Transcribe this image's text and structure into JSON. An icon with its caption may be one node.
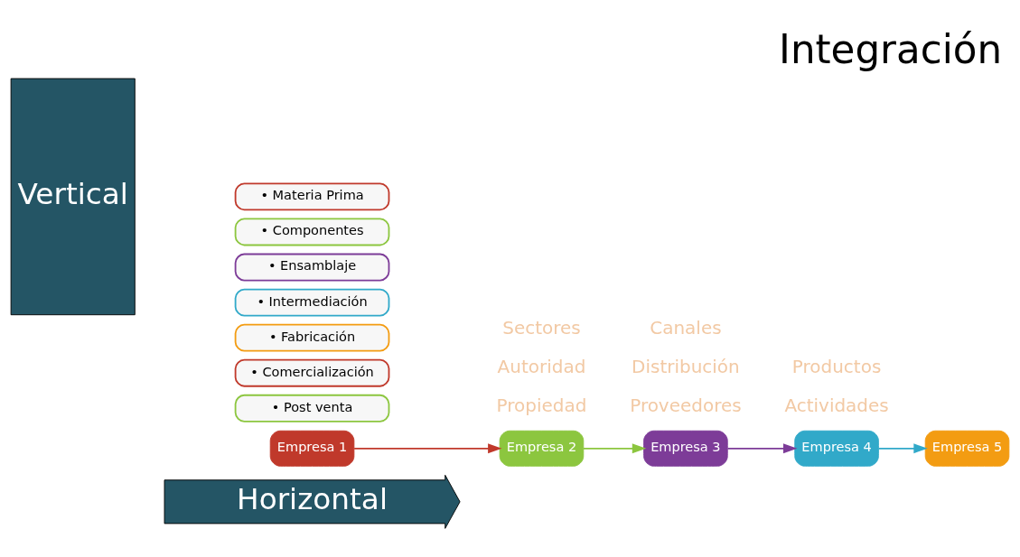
{
  "diagram": {
    "title": "Integración",
    "nodes": [
      {
        "text": [
          "Vertical"
        ]
      },
      {
        "text": [
          "Horizontal"
        ]
      },
      {
        "text": [
          "• Materia Prima"
        ]
      },
      {
        "text": [
          "• Componentes"
        ]
      },
      {
        "text": [
          "• Ensamblaje"
        ]
      },
      {
        "text": [
          "• Intermediación"
        ]
      },
      {
        "text": [
          "• Fabricación"
        ]
      },
      {
        "text": [
          "• Comercialización"
        ]
      },
      {
        "text": [
          "• Post venta"
        ]
      },
      {
        "text": [
          "Empresa 1"
        ]
      },
      {
        "text": [
          "Empresa 2"
        ]
      },
      {
        "text": [
          "Empresa 3"
        ]
      },
      {
        "text": [
          "Empresa 4"
        ]
      },
      {
        "text": [
          "Empresa 5"
        ]
      }
    ],
    "edges": [
      {
        "from": 9,
        "to": 10,
        "arrow": "to",
        "color": "#c0392b"
      },
      {
        "from": 10,
        "to": 11,
        "arrow": "to",
        "color": "#8cc63f"
      },
      {
        "from": 11,
        "to": 12,
        "arrow": "to",
        "color": "#7d3c98"
      },
      {
        "from": 12,
        "to": 13,
        "arrow": "to",
        "color": "#31a9c9"
      }
    ],
    "labels": [
      "Propiedad",
      "Autoridad",
      "Sectores",
      "Proveedores",
      "Distribución",
      "Canales",
      "Actividades",
      "Productos"
    ]
  }
}
